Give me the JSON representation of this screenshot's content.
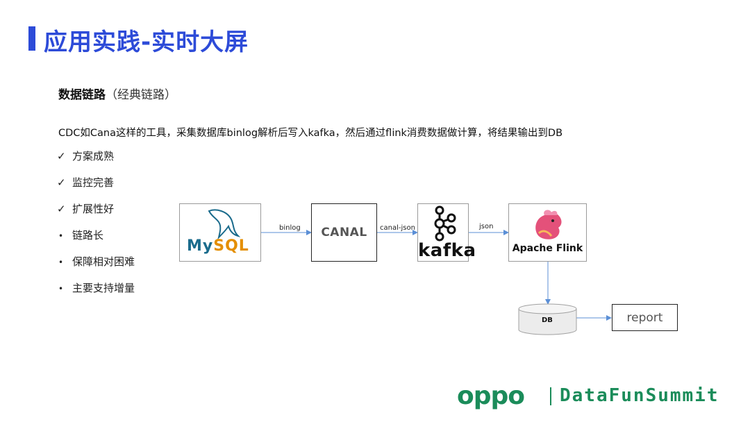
{
  "slide": {
    "title": "应用实践-实时大屏",
    "section_heading": "数据链路",
    "section_heading_suffix": "（经典链路）",
    "description": "CDC如Cana这样的工具，采集数据库binlog解析后写入kafka，然后通过flink消费数据做计算，将结果输出到DB",
    "bullets": [
      {
        "marker": "✓",
        "text": "方案成熟"
      },
      {
        "marker": "✓",
        "text": "监控完善"
      },
      {
        "marker": "✓",
        "text": "扩展性好"
      },
      {
        "marker": "•",
        "text": "链路长"
      },
      {
        "marker": "•",
        "text": "保障相对困难"
      },
      {
        "marker": "•",
        "text": "主要支持增量"
      }
    ]
  },
  "diagram": {
    "nodes": {
      "mysql_my": "My",
      "mysql_sql": "SQL",
      "canal": "CANAL",
      "kafka": "kafka",
      "flink": "Apache Flink",
      "db": "DB",
      "report": "report"
    },
    "edges": {
      "mysql_to_canal": "binlog",
      "canal_to_kafka": "canal-json",
      "kafka_to_flink": "json"
    }
  },
  "footer": {
    "oppo": "oppo",
    "event": "DataFunSummit"
  },
  "colors": {
    "title_blue": "#2d4bd8",
    "brand_green": "#1b8c5a",
    "arrow_blue": "#5b8fd6",
    "mysql_blue": "#1a6b8c",
    "mysql_orange": "#e48e00"
  }
}
